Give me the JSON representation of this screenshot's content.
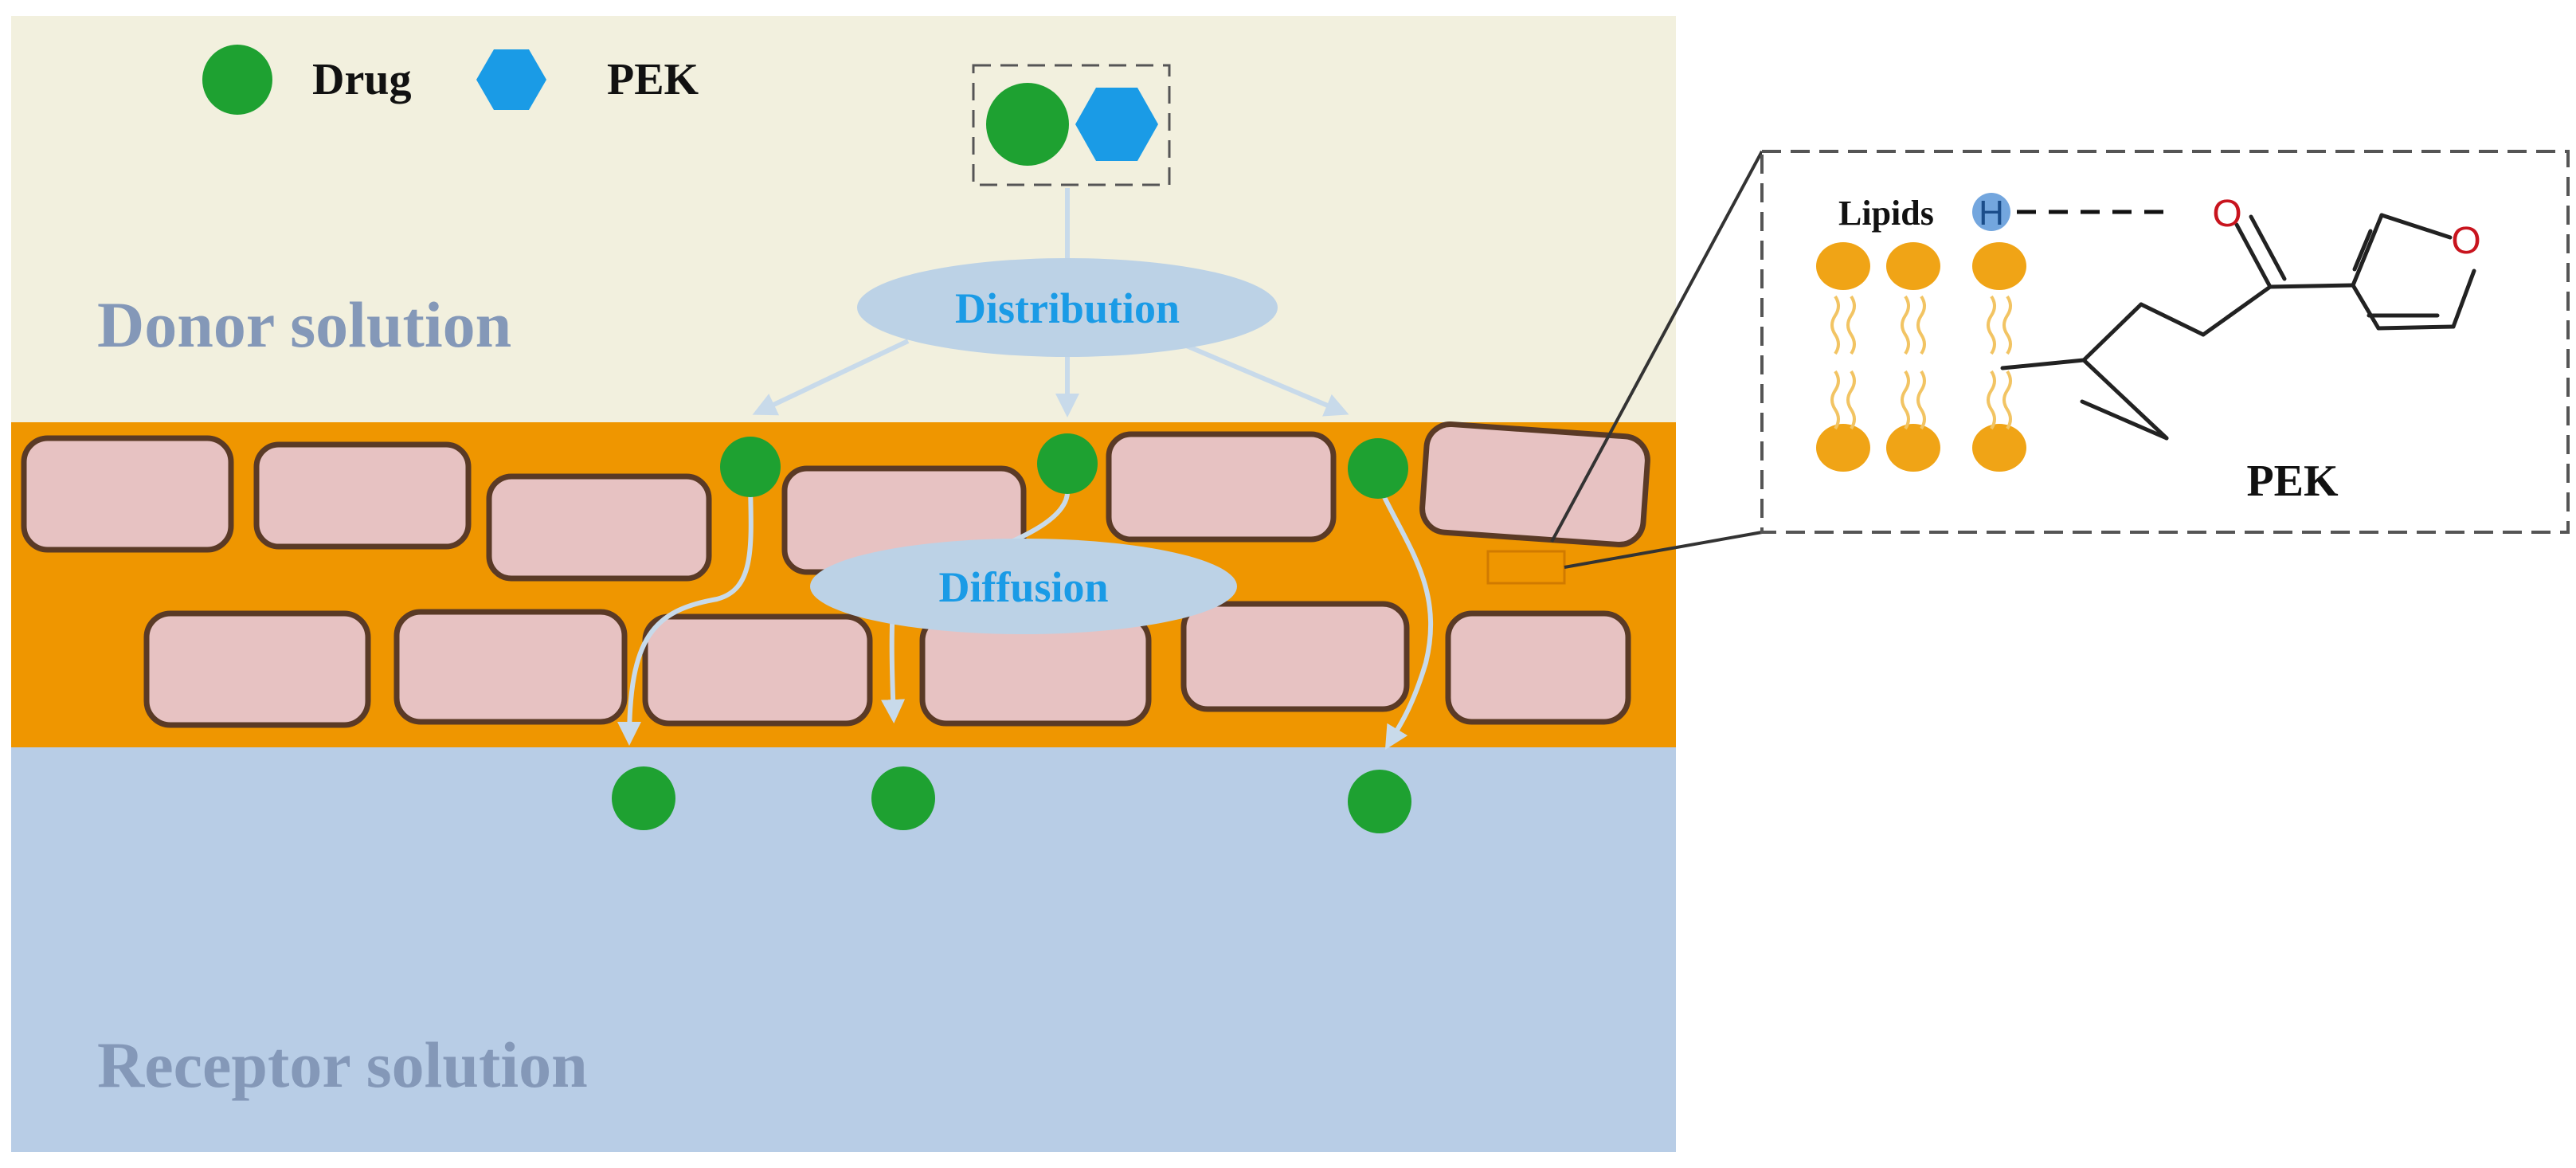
{
  "legend": {
    "drug_label": "Drug",
    "pek_label": "PEK"
  },
  "regions": {
    "donor_label": "Donor solution",
    "receptor_label": "Receptor solution"
  },
  "process": {
    "distribution_label": "Distribution",
    "diffusion_label": "Diffusion"
  },
  "inset": {
    "lipids_label": "Lipids",
    "hydrogen_label": "H",
    "oxygen_carbonyl_label": "O",
    "oxygen_ring_label": "O",
    "molecule_label": "PEK"
  },
  "colors": {
    "donor_bg": "#f2f0de",
    "stratum_bg": "#ef9600",
    "receptor_bg": "#b8cde6",
    "cell_fill": "#e7c2c2",
    "cell_stroke": "#5a3a26",
    "drug": "#1ea131",
    "pek": "#1a9be6",
    "process_ellipse": "#bcd2e6",
    "process_text": "#1a9be6",
    "region_text": "#8498b8",
    "arrow": "#c8daea",
    "lipid_head": "#f0a416",
    "lipid_tail": "#f2c463",
    "oxygen": "#c8141e"
  }
}
